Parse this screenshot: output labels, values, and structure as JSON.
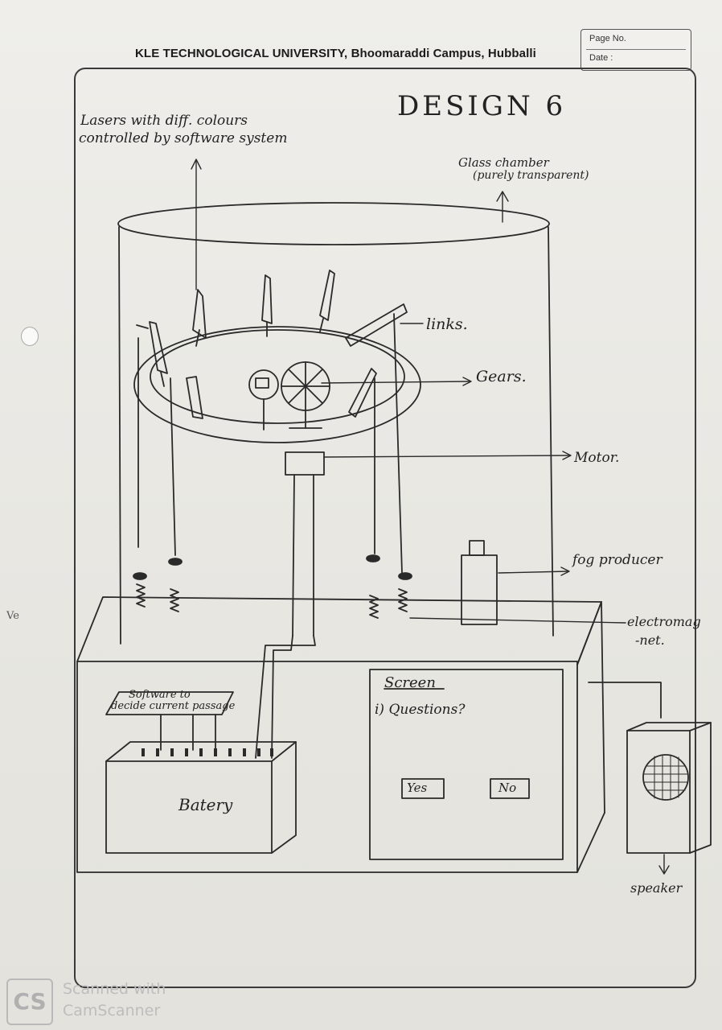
{
  "header": {
    "university": "KLE TECHNOLOGICAL UNIVERSITY, Bhoomaraddi Campus, Hubballi",
    "page_no_label": "Page No.",
    "date_label": "Date :"
  },
  "diagram": {
    "title": "DESIGN 6",
    "lasers_label_line1": "Lasers with diff. colours",
    "lasers_label_line2": "controlled by software system",
    "glass_label_line1": "Glass chamber",
    "glass_label_line2": "(purely transparent)",
    "links_label": "links.",
    "gears_label": "Gears.",
    "motor_label": "Motor.",
    "fog_label": "fog producer",
    "electromagnet_line1": "electromag",
    "electromagnet_line2": "-net.",
    "software_line1": "Software to",
    "software_line2": "decide current passage",
    "battery_label": "Batery",
    "screen_label": "Screen",
    "question_label": "i) Questions?",
    "yes_label": "Yes",
    "no_label": "No",
    "speaker_label": "speaker",
    "margin_mark": "Ve"
  },
  "watermark": {
    "line1": "Scanned with",
    "line2": "CamScanner",
    "logo": "CS"
  }
}
